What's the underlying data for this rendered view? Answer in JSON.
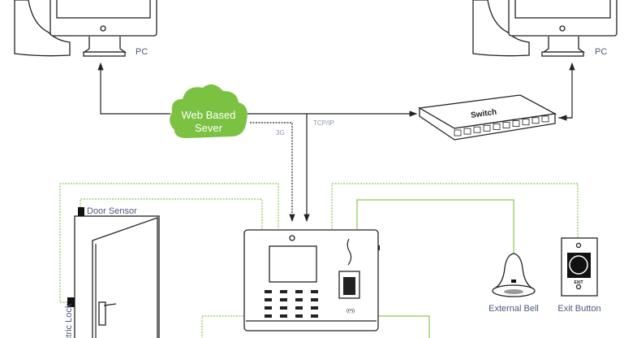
{
  "pc_left": {
    "label": "PC"
  },
  "pc_right": {
    "label": "PC"
  },
  "cloud": {
    "line1": "Web Based",
    "line2": "Sever",
    "color": "#7bc142"
  },
  "switch": {
    "label": "Switch"
  },
  "connections": {
    "wireless": "3G",
    "wired": "TCP/IP"
  },
  "door_sensor": {
    "label": "Door Sensor"
  },
  "electric_lock": {
    "label": "Electric Lock"
  },
  "external_bell": {
    "label": "External Bell"
  },
  "exit_button": {
    "label": "Exit Button",
    "plate_text": "EXIT"
  },
  "wire_color": "#8cc850"
}
